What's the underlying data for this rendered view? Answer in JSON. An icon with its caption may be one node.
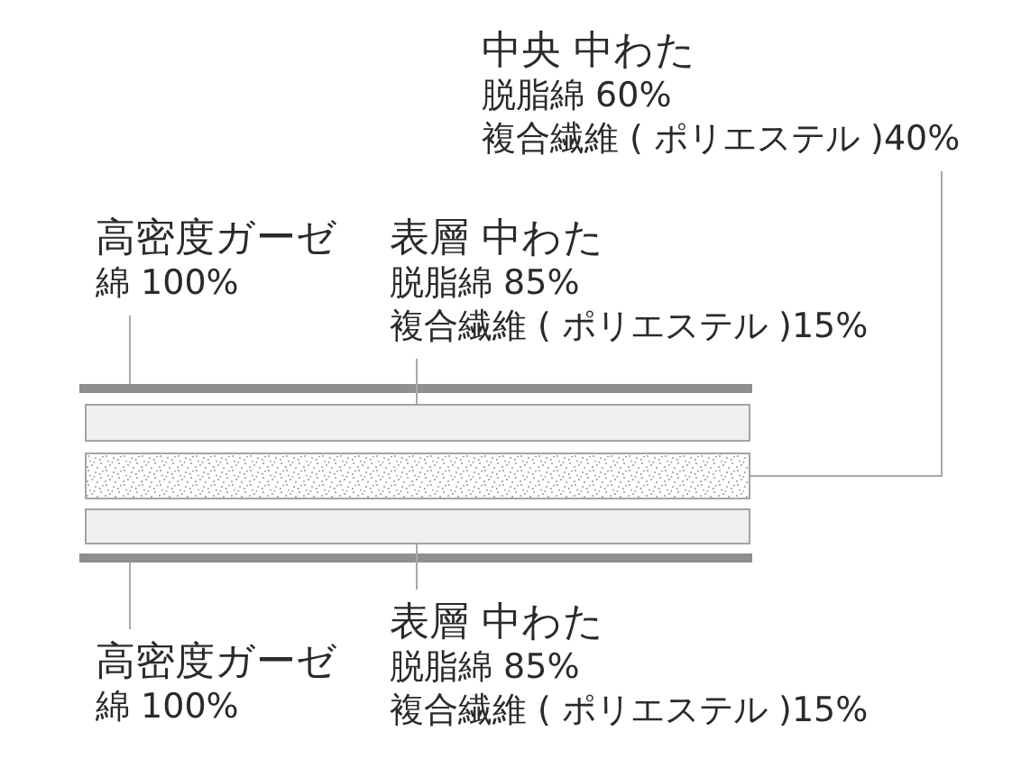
{
  "diagram": {
    "nodes": [
      {
        "text": [
          "中央 中わた",
          "脱脂綿 60%",
          "複合繊維 ( ポリエステル )40%"
        ]
      },
      {
        "text": [
          "高密度ガーゼ",
          "綿 100%"
        ]
      },
      {
        "text": [
          "表層 中わた",
          "脱脂綿 85%",
          "複合繊維 ( ポリエステル )15%"
        ]
      },
      {
        "text": [],
        "shape": "bar"
      },
      {
        "text": [],
        "shape": "box"
      },
      {
        "text": [],
        "shape": "box"
      },
      {
        "text": [],
        "shape": "box"
      },
      {
        "text": [],
        "shape": "bar"
      },
      {
        "text": [
          "高密度ガーゼ",
          "綿 100%"
        ]
      },
      {
        "text": [
          "表層 中わた",
          "脱脂綿 85%",
          "複合繊維 ( ポリエステル )15%"
        ]
      }
    ],
    "edges": [
      {
        "from": 0,
        "to": 5,
        "arrow": "none"
      },
      {
        "from": 1,
        "to": 3,
        "arrow": "none"
      },
      {
        "from": 2,
        "to": 4,
        "arrow": "none"
      },
      {
        "from": 8,
        "to": 7,
        "arrow": "none"
      },
      {
        "from": 9,
        "to": 6,
        "arrow": "none"
      }
    ]
  }
}
